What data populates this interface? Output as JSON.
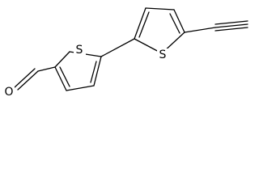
{
  "molecule": {
    "atoms": {
      "sulfur_left": "S",
      "sulfur_right": "S",
      "oxygen": "O"
    }
  }
}
